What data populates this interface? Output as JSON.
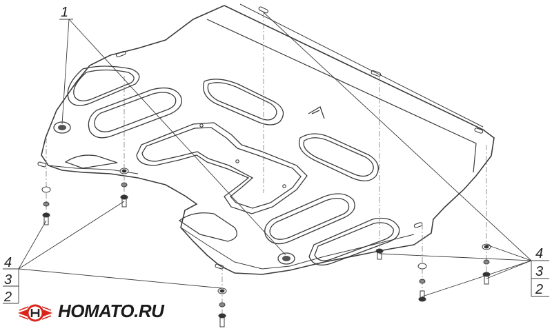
{
  "callouts": {
    "top_left": "1",
    "left_stack": [
      "4",
      "3",
      "2"
    ],
    "right_stack": [
      "4",
      "3",
      "2"
    ]
  },
  "brand": {
    "name": "HOMATO.RU",
    "accent_color": "#d9261c",
    "icon": "winged-logo-icon"
  },
  "colors": {
    "line": "#3a3a3a",
    "dash": "#888888"
  }
}
